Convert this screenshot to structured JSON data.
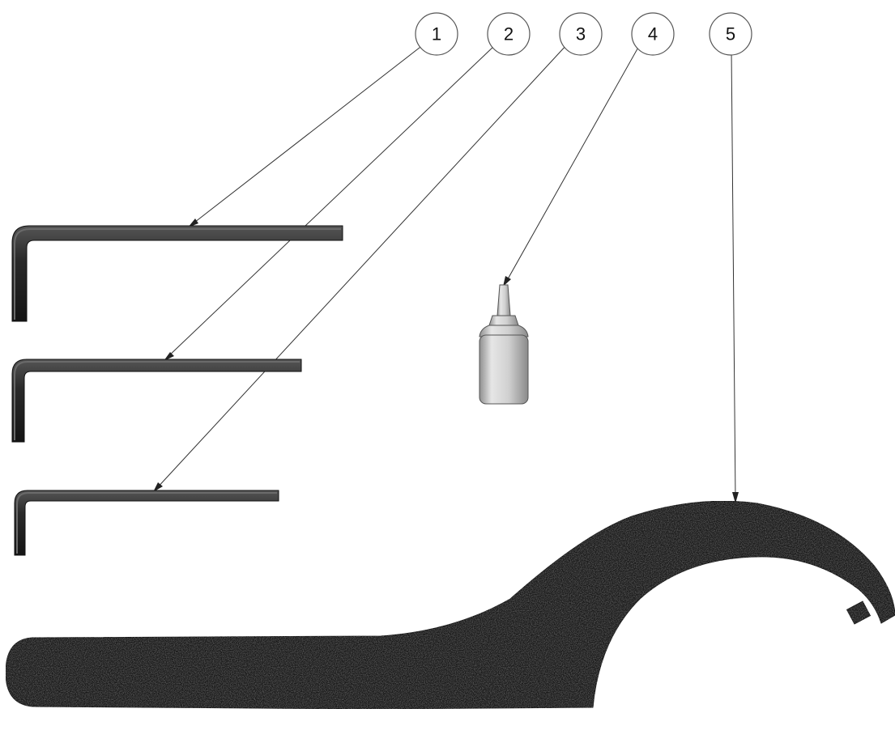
{
  "balloons": [
    {
      "label": "1",
      "part": "hex-key-large"
    },
    {
      "label": "2",
      "part": "hex-key-medium"
    },
    {
      "label": "3",
      "part": "hex-key-small"
    },
    {
      "label": "4",
      "part": "thread-locker-bottle"
    },
    {
      "label": "5",
      "part": "hook-spanner-wrench"
    }
  ],
  "colors": {
    "part_fill": "#1c1c1c",
    "part_edge": "#3a3a3a",
    "bottle_body": "#d3d3d3",
    "bottle_shade": "#9a9a9a",
    "leader": "#333333"
  }
}
